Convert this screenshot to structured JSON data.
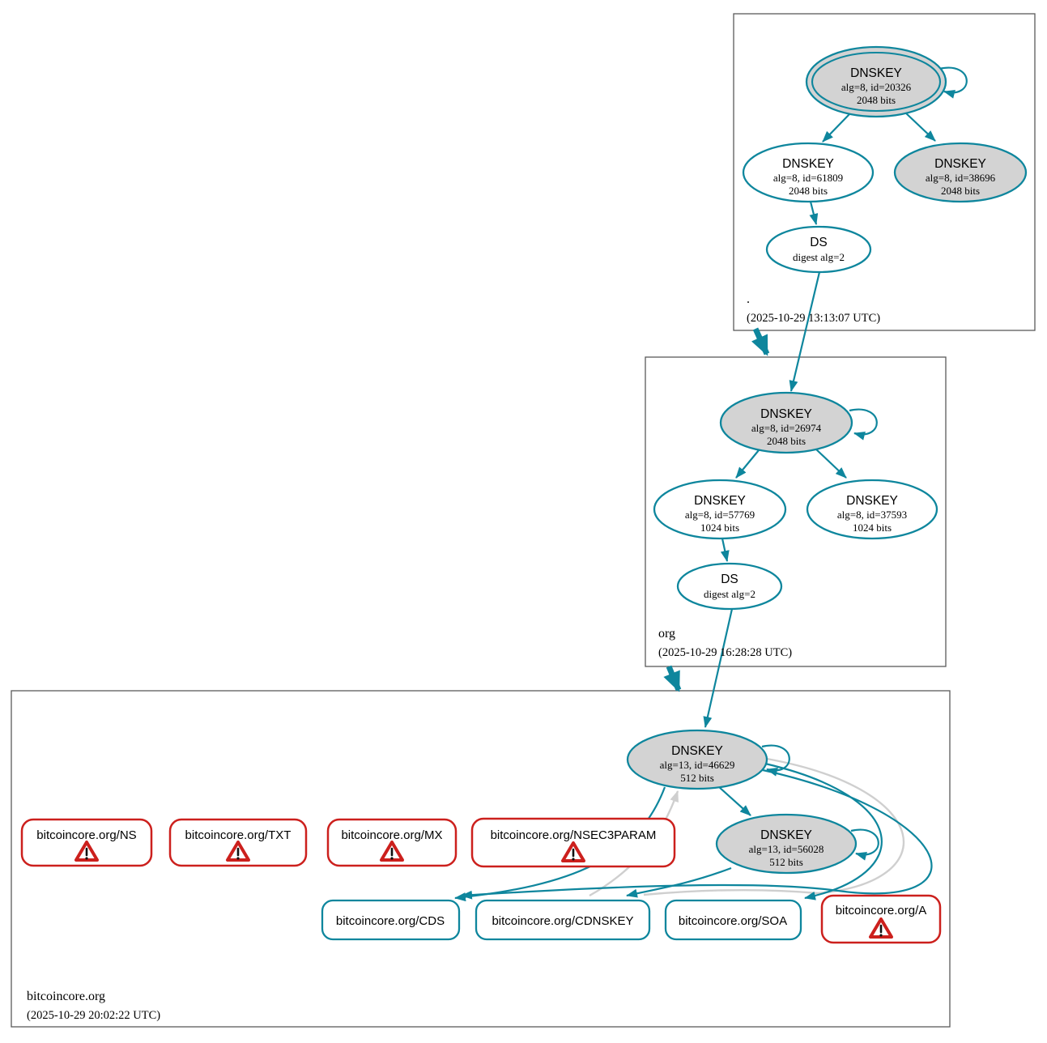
{
  "colors": {
    "edge_secure": "#0e869d",
    "edge_insecure": "#cfcfcf",
    "node_fill": "#d3d3d3",
    "node_fill_white": "#ffffff",
    "warning_red": "#cc201d",
    "box_border": "#5a5a5a"
  },
  "zones": [
    {
      "id": "root",
      "label": ".",
      "timestamp": "(2025-10-29 13:13:07 UTC)",
      "nodes": [
        {
          "title": "DNSKEY",
          "detail": "alg=8, id=20326",
          "size": "2048 bits"
        },
        {
          "title": "DNSKEY",
          "detail": "alg=8, id=61809",
          "size": "2048 bits"
        },
        {
          "title": "DNSKEY",
          "detail": "alg=8, id=38696",
          "size": "2048 bits"
        },
        {
          "title": "DS",
          "detail": "digest alg=2"
        }
      ]
    },
    {
      "id": "org",
      "label": "org",
      "timestamp": "(2025-10-29 16:28:28 UTC)",
      "nodes": [
        {
          "title": "DNSKEY",
          "detail": "alg=8, id=26974",
          "size": "2048 bits"
        },
        {
          "title": "DNSKEY",
          "detail": "alg=8, id=57769",
          "size": "1024 bits"
        },
        {
          "title": "DNSKEY",
          "detail": "alg=8, id=37593",
          "size": "1024 bits"
        },
        {
          "title": "DS",
          "detail": "digest alg=2"
        }
      ]
    },
    {
      "id": "bitcoincore.org",
      "label": "bitcoincore.org",
      "timestamp": "(2025-10-29 20:02:22 UTC)",
      "nodes": [
        {
          "title": "DNSKEY",
          "detail": "alg=13, id=46629",
          "size": "512 bits"
        },
        {
          "title": "DNSKEY",
          "detail": "alg=13, id=56028",
          "size": "512 bits"
        }
      ],
      "rrsets": [
        {
          "label": "bitcoincore.org/NS",
          "status": "warning"
        },
        {
          "label": "bitcoincore.org/TXT",
          "status": "warning"
        },
        {
          "label": "bitcoincore.org/MX",
          "status": "warning"
        },
        {
          "label": "bitcoincore.org/NSEC3PARAM",
          "status": "warning"
        },
        {
          "label": "bitcoincore.org/CDS",
          "status": "secure"
        },
        {
          "label": "bitcoincore.org/CDNSKEY",
          "status": "secure"
        },
        {
          "label": "bitcoincore.org/SOA",
          "status": "secure"
        },
        {
          "label": "bitcoincore.org/A",
          "status": "warning"
        }
      ]
    }
  ]
}
